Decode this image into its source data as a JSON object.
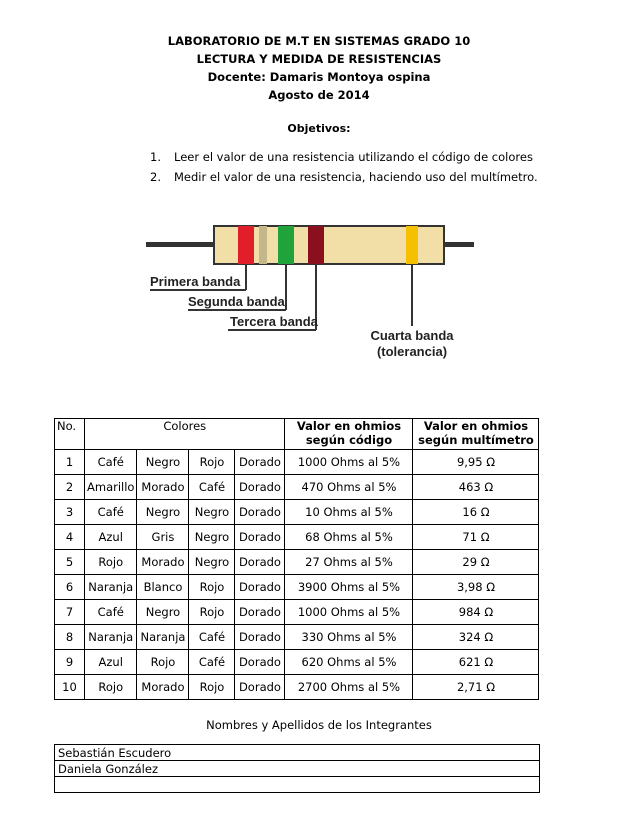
{
  "header": {
    "line1": "LABORATORIO DE M.T EN SISTEMAS GRADO 10",
    "line2": "LECTURA Y MEDIDA DE RESISTENCIAS",
    "line3": "Docente: Damaris Montoya ospina",
    "line4": "Agosto de 2014"
  },
  "objectives": {
    "title": "Objetivos:",
    "items": [
      {
        "num": "1.",
        "text": "Leer el valor de una resistencia utilizando el código de colores"
      },
      {
        "num": "2.",
        "text": "Medir el valor de una resistencia, haciendo uso del multímetro."
      }
    ]
  },
  "diagram": {
    "labels": {
      "band1": "Primera banda",
      "band2": "Segunda banda",
      "band3": "Tercera banda",
      "band4_line1": "Cuarta banda",
      "band4_line2": "(tolerancia)"
    },
    "colors": {
      "body": "#f2dfa8",
      "band1": "#e01f2a",
      "band2": "#1fa33a",
      "band3": "#8a1020",
      "band4": "#f5c000",
      "lead": "#333333"
    }
  },
  "table": {
    "headers": {
      "no": "No.",
      "colores": "Colores",
      "valor_codigo_1": "Valor en ohmios",
      "valor_codigo_2": "según código",
      "valor_multimetro_1": "Valor en ohmios",
      "valor_multimetro_2": "según multímetro"
    },
    "rows": [
      [
        "1",
        "Café",
        "Negro",
        "Rojo",
        "Dorado",
        "1000 Ohms al 5%",
        "9,95 Ω"
      ],
      [
        "2",
        "Amarillo",
        "Morado",
        "Café",
        "Dorado",
        "470 Ohms al 5%",
        "463 Ω"
      ],
      [
        "3",
        "Café",
        "Negro",
        "Negro",
        "Dorado",
        "10 Ohms al 5%",
        "16 Ω"
      ],
      [
        "4",
        "Azul",
        "Gris",
        "Negro",
        "Dorado",
        "68 Ohms al 5%",
        "71 Ω"
      ],
      [
        "5",
        "Rojo",
        "Morado",
        "Negro",
        "Dorado",
        "27 Ohms al 5%",
        "29 Ω"
      ],
      [
        "6",
        "Naranja",
        "Blanco",
        "Rojo",
        "Dorado",
        "3900 Ohms al 5%",
        "3,98 Ω"
      ],
      [
        "7",
        "Café",
        "Negro",
        "Rojo",
        "Dorado",
        "1000 Ohms al 5%",
        "984 Ω"
      ],
      [
        "8",
        "Naranja",
        "Naranja",
        "Café",
        "Dorado",
        "330 Ohms al 5%",
        "324 Ω"
      ],
      [
        "9",
        "Azul",
        "Rojo",
        "Café",
        "Dorado",
        "620 Ohms al 5%",
        "621 Ω"
      ],
      [
        "10",
        "Rojo",
        "Morado",
        "Rojo",
        "Dorado",
        "2700 Ohms al 5%",
        "2,71 Ω"
      ]
    ]
  },
  "members": {
    "title": "Nombres y Apellidos de los Integrantes",
    "names": [
      "Sebastián Escudero",
      "Daniela González",
      ""
    ]
  }
}
